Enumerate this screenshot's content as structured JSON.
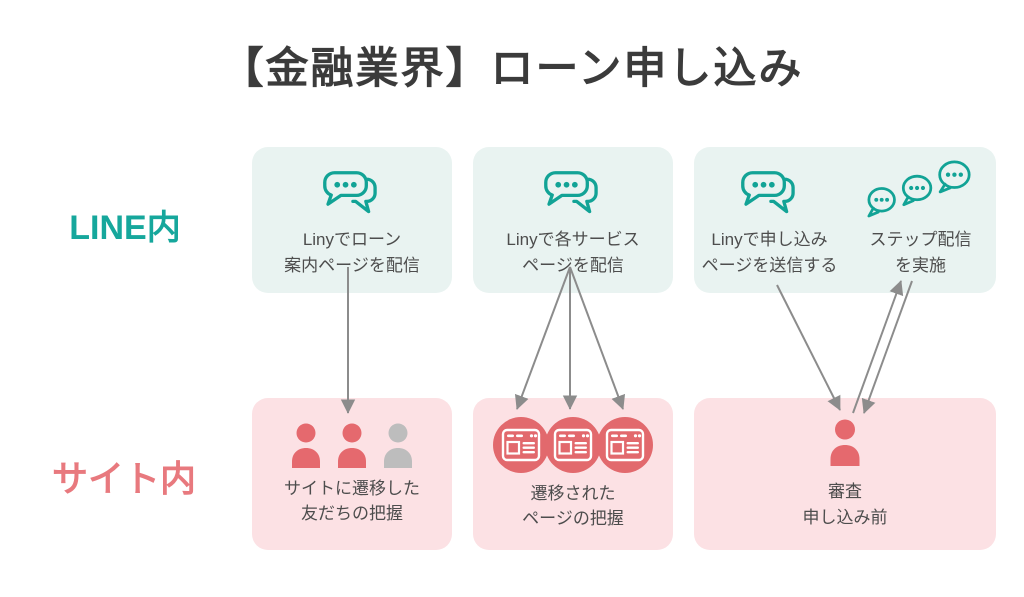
{
  "title": "【金融業界】ローン申し込み",
  "row_labels": {
    "line": "LINE内",
    "site": "サイト内"
  },
  "boxes": {
    "line_col1": {
      "icon": "chat-bubbles-icon",
      "lines": [
        "Linyでローン",
        "案内ページを配信"
      ]
    },
    "line_col2": {
      "icon": "chat-bubbles-icon",
      "lines": [
        "Linyで各サービス",
        "ページを配信"
      ]
    },
    "line_col3_left": {
      "icon": "chat-bubbles-icon",
      "lines": [
        "Linyで申し込み",
        "ページを送信する"
      ]
    },
    "line_col3_right": {
      "icon": "step-messages-icon",
      "lines": [
        "ステップ配信",
        "を実施"
      ]
    },
    "site_col1": {
      "icon": "friends-icon",
      "lines": [
        "サイトに遷移した",
        "友だちの把握"
      ]
    },
    "site_col2": {
      "icon": "webpages-icon",
      "lines": [
        "遷移された",
        "ページの把握"
      ]
    },
    "site_col3": {
      "icon": "user-icon",
      "lines": [
        "審査",
        "申し込み前"
      ]
    }
  },
  "flows": [
    {
      "from": "line_col1",
      "to": "site_col1",
      "direction": "down"
    },
    {
      "from": "line_col2",
      "to": "site_col2",
      "direction": "down-fan-3"
    },
    {
      "from": "line_col3_left",
      "to": "site_col3",
      "direction": "down"
    },
    {
      "from": "site_col3",
      "to": "line_col3_right",
      "direction": "up"
    },
    {
      "from": "line_col3_right",
      "to": "site_col3",
      "direction": "down"
    }
  ],
  "colors": {
    "teal": "#12a396",
    "teal_text": "#16a79c",
    "mint_bg": "#e9f3f1",
    "pink_bg": "#fce1e4",
    "coral": "#e5696e",
    "coral_text": "#e8797e",
    "gray_person": "#bdbdbd",
    "arrow": "#8c8c8c",
    "caption_text": "#4d4d4d",
    "title_text": "#3b3b3b"
  }
}
